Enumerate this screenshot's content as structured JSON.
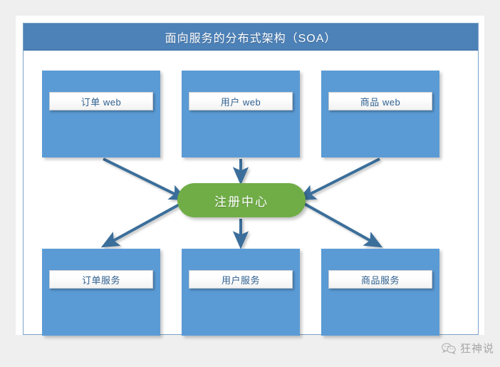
{
  "canvas": {
    "background_color": "#efefef",
    "panel_color": "#ffffff",
    "frame_border_color": "#7ba2c6"
  },
  "header": {
    "title": "面向服务的分布式架构（SOA）",
    "background_color": "#4d82b8",
    "text_color": "#ffffff"
  },
  "theme": {
    "node_fill": "#5b9bd5",
    "node_label_text": "#2e5f8f",
    "registry_fill": "#70ad47",
    "arrow_color": "#3a6e9a"
  },
  "diagram": {
    "type": "architecture-flow",
    "web_tier": [
      {
        "id": "order-web",
        "label": "订单 web"
      },
      {
        "id": "user-web",
        "label": "用户 web"
      },
      {
        "id": "product-web",
        "label": "商品 web"
      }
    ],
    "registry": {
      "id": "registry",
      "label": "注册中心"
    },
    "service_tier": [
      {
        "id": "order-service",
        "label": "订单服务"
      },
      {
        "id": "user-service",
        "label": "用户服务"
      },
      {
        "id": "product-service",
        "label": "商品服务"
      }
    ],
    "connections": [
      {
        "from": "order-web",
        "to": "registry",
        "direction": "down-right"
      },
      {
        "from": "user-web",
        "to": "registry",
        "direction": "down"
      },
      {
        "from": "product-web",
        "to": "registry",
        "direction": "down-left"
      },
      {
        "from": "registry",
        "to": "order-service",
        "direction": "down-left"
      },
      {
        "from": "registry",
        "to": "user-service",
        "direction": "down"
      },
      {
        "from": "registry",
        "to": "product-service",
        "direction": "down-right"
      }
    ]
  },
  "watermark": {
    "icon": "wechat-icon",
    "text": "狂神说"
  }
}
